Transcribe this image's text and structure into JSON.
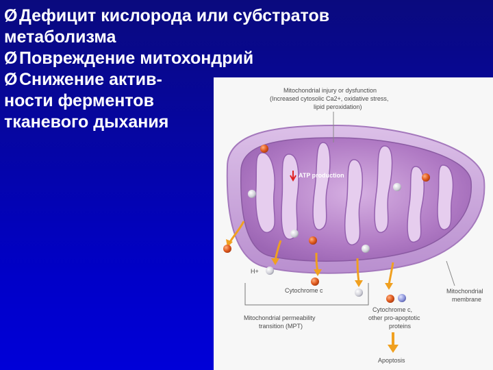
{
  "bullets": [
    {
      "marker": "Ø",
      "lines": [
        "Дефицит кислорода или субстратов",
        "метаболизма"
      ]
    },
    {
      "marker": "Ø",
      "lines": [
        "Повреждение митохондрий"
      ]
    },
    {
      "marker": "Ø",
      "lines": [
        "Снижение актив-",
        "ности ферментов",
        "тканевого дыхания"
      ]
    }
  ],
  "figure": {
    "top_caption": [
      "Mitochondrial injury or dysfunction",
      "(Increased cytosolic Ca2+, oxidative stress,",
      "lipid peroxidation)"
    ],
    "atp_label": "ATP production",
    "h_plus": "H+",
    "cytochrome_c": "Cytochrome c",
    "mpt_caption": [
      "Mitochondrial permeability",
      "transition (MPT)"
    ],
    "cyto_proteins": [
      "Cytochrome c,",
      "other pro-apoptotic",
      "proteins"
    ],
    "membrane_label": [
      "Mitochondrial",
      "membrane"
    ],
    "apoptosis": "Apoptosis",
    "colors": {
      "matrix": "#b77dc8",
      "membrane": "#cfa6dc",
      "red_particle": "#e05a1e",
      "arrow": "#f0a020"
    }
  }
}
